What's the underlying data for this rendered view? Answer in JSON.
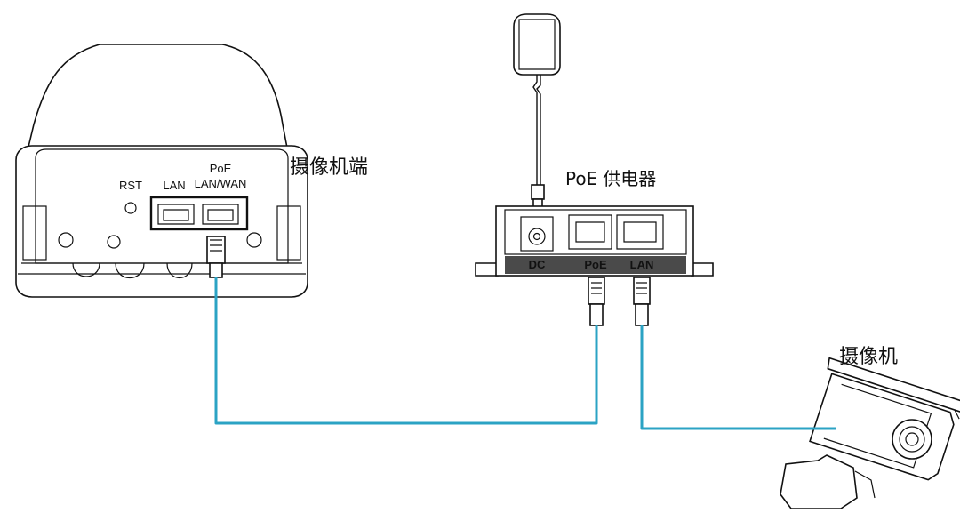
{
  "cpe": {
    "label": "摄像机端",
    "port_rst": "RST",
    "port_lan": "LAN",
    "port_poe_line1": "PoE",
    "port_poe_line2": "LAN/WAN"
  },
  "injector": {
    "label_prefix": "PoE",
    "label_suffix": "供电器",
    "port_dc": "DC",
    "port_poe": "PoE",
    "port_lan": "LAN"
  },
  "camera": {
    "label": "摄像机"
  },
  "colors": {
    "cable": "#2ba3c4",
    "outline": "#111111",
    "port_band": "#4a4a4a"
  }
}
